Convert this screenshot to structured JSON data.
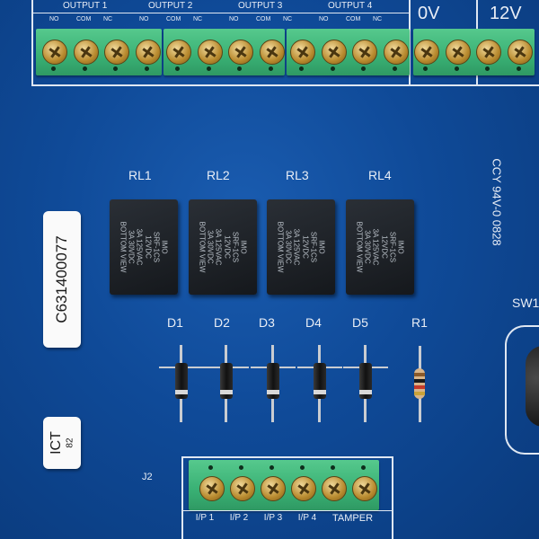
{
  "top_header": {
    "outputs": [
      "OUTPUT 1",
      "OUTPUT 2",
      "OUTPUT 3",
      "OUTPUT 4"
    ],
    "pins": [
      "NO",
      "COM",
      "NC"
    ],
    "power_0v": "0V",
    "power_12v": "12V"
  },
  "relays": {
    "labels": [
      "RL1",
      "RL2",
      "RL3",
      "RL4"
    ],
    "body_text": "IMO\nSRF-1CS\n12VDC\n3A 125VAC\n3A 30VDC\nBOTTOM VIEW"
  },
  "diodes": [
    "D1",
    "D2",
    "D3",
    "D4",
    "D5"
  ],
  "resistor": "R1",
  "serial_card": "C631400077",
  "ict_card": {
    "title": "ICT",
    "sub": "82"
  },
  "connector_j2": "J2",
  "bottom_labels": [
    "I/P 1",
    "I/P 2",
    "I/P 3",
    "I/P 4",
    "TAMPER"
  ],
  "side_marking": "CCY 94V-0 0828",
  "switch_label": "SW1",
  "colors": {
    "pcb": "#1252a4",
    "terminal": "#3fb67a",
    "silkscreen": "#e9eef6"
  }
}
